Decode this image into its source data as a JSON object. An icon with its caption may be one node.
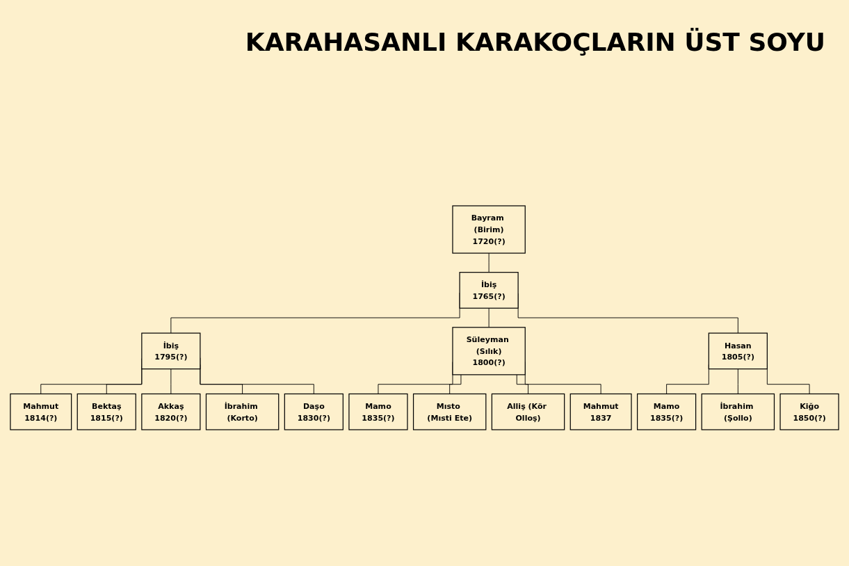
{
  "diagram": {
    "title": "KARAHASANLI KARAKOÇLARIN ÜST SOYU",
    "nodes": [
      {
        "text": [
          "Bayram (Birim)",
          "1720(?)"
        ]
      },
      {
        "text": [
          "İbiş",
          "1765(?)"
        ]
      },
      {
        "text": [
          "İbiş",
          "1795(?)"
        ]
      },
      {
        "text": [
          "Süleyman (Sılık)",
          "1800(?)"
        ]
      },
      {
        "text": [
          "Hasan",
          "1805(?)"
        ]
      },
      {
        "text": [
          "Mahmut",
          "1814(?)"
        ]
      },
      {
        "text": [
          "Bektaş",
          "1815(?)"
        ]
      },
      {
        "text": [
          "Akkaş",
          "1820(?)"
        ]
      },
      {
        "text": [
          "İbrahim (Korto)"
        ]
      },
      {
        "text": [
          "Daşo",
          "1830(?)"
        ]
      },
      {
        "text": [
          "Mamo",
          "1835(?)"
        ]
      },
      {
        "text": [
          "Mısto (Mısti Ete)"
        ]
      },
      {
        "text": [
          "Alliş (Kör Olloş)"
        ]
      },
      {
        "text": [
          "Mahmut",
          "1837"
        ]
      },
      {
        "text": [
          "Mamo",
          "1835(?)"
        ]
      },
      {
        "text": [
          "İbrahim (Şollo)"
        ]
      },
      {
        "text": [
          "Kiğo",
          "1850(?)"
        ]
      }
    ],
    "edges": [
      {
        "from": 0,
        "to": 1,
        "arrow": "none"
      },
      {
        "from": 1,
        "to": 2,
        "arrow": "none"
      },
      {
        "from": 1,
        "to": 3,
        "arrow": "none"
      },
      {
        "from": 1,
        "to": 4,
        "arrow": "none"
      },
      {
        "from": 2,
        "to": 5,
        "arrow": "none"
      },
      {
        "from": 2,
        "to": 6,
        "arrow": "none"
      },
      {
        "from": 2,
        "to": 7,
        "arrow": "none"
      },
      {
        "from": 2,
        "to": 8,
        "arrow": "none"
      },
      {
        "from": 2,
        "to": 9,
        "arrow": "none"
      },
      {
        "from": 3,
        "to": 10,
        "arrow": "none"
      },
      {
        "from": 3,
        "to": 11,
        "arrow": "none"
      },
      {
        "from": 3,
        "to": 12,
        "arrow": "none"
      },
      {
        "from": 3,
        "to": 13,
        "arrow": "none"
      },
      {
        "from": 4,
        "to": 14,
        "arrow": "none"
      },
      {
        "from": 4,
        "to": 15,
        "arrow": "none"
      },
      {
        "from": 4,
        "to": 16,
        "arrow": "none"
      }
    ]
  }
}
